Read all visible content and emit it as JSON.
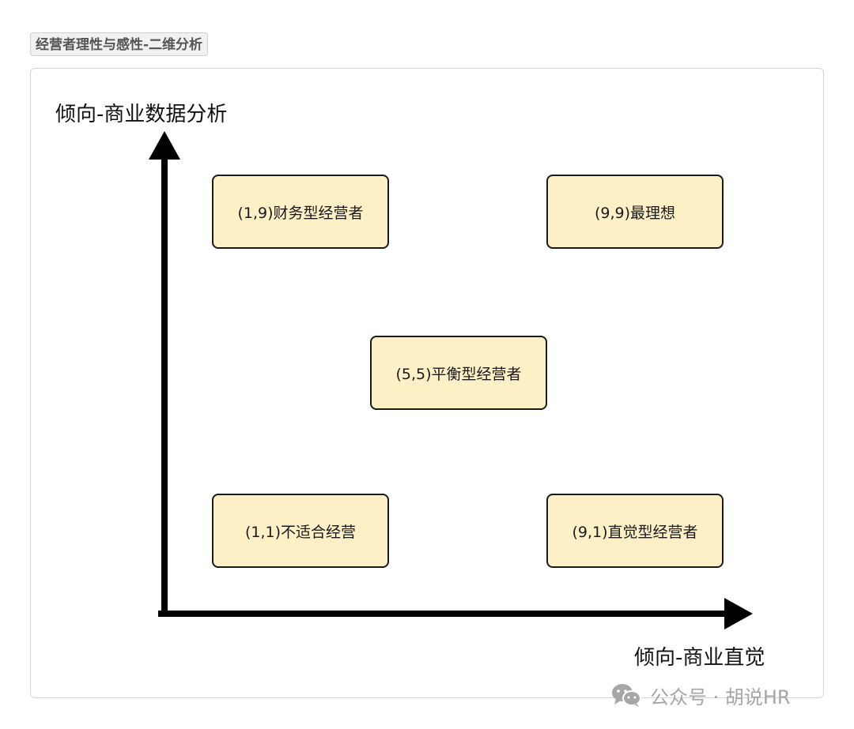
{
  "title_tag": "经营者理性与感性-二维分析",
  "diagram": {
    "y_axis_label": "倾向-商业数据分析",
    "x_axis_label": "倾向-商业直觉",
    "boxes": [
      {
        "label": "(1,9)财务型经营者"
      },
      {
        "label": "(9,9)最理想"
      },
      {
        "label": "(5,5)平衡型经营者"
      },
      {
        "label": "(1,1)不适合经营"
      },
      {
        "label": "(9,1)直觉型经营者"
      }
    ]
  },
  "watermark": {
    "icon": "wechat-icon",
    "text": "公众号 · 胡说HR"
  },
  "colors": {
    "box_fill": "#fdefc6",
    "box_border": "#1a1a1a",
    "axis": "#000000",
    "watermark": "#a6a6a6"
  }
}
